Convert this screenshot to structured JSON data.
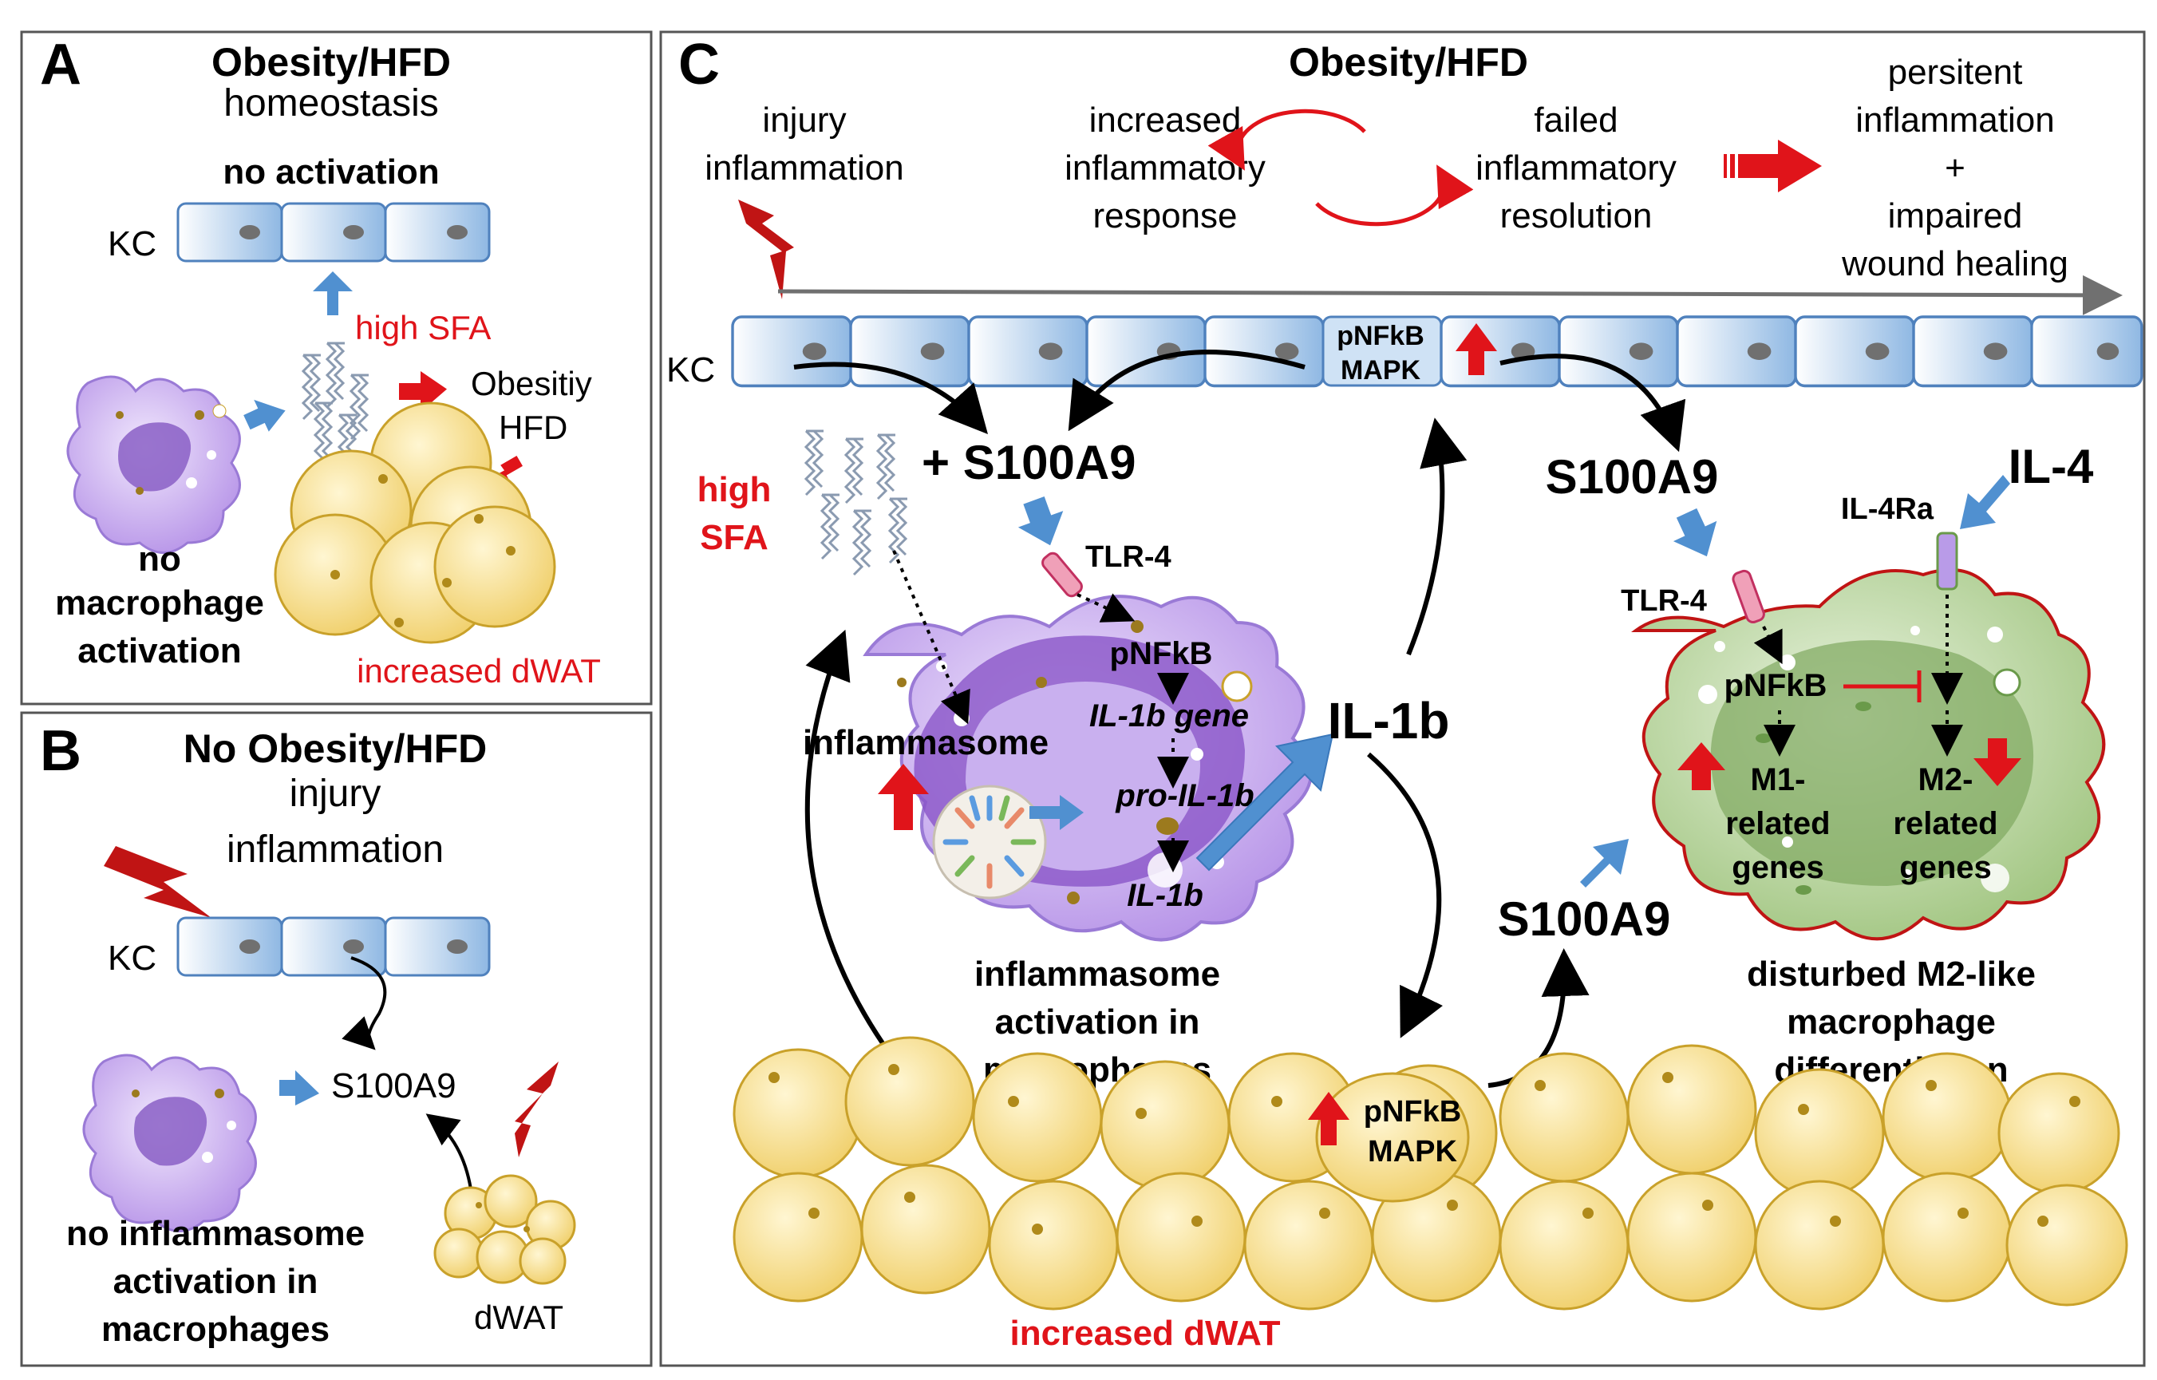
{
  "panel_a": {
    "letter": "A",
    "title": "Obesity/HFD",
    "subtitle": "homeostasis",
    "no_activation": "no activation",
    "kc": "KC",
    "high_sfa": "high SFA",
    "obesity_hfd_1": "Obesitiy",
    "obesity_hfd_2": "HFD",
    "no_macrophage_1": "no",
    "no_macrophage_2": "macrophage",
    "no_macrophage_3": "activation",
    "increased_dwat": "increased dWAT"
  },
  "panel_b": {
    "letter": "B",
    "title": "No Obesity/HFD",
    "subtitle_1": "injury",
    "subtitle_2": "inflammation",
    "kc": "KC",
    "s100a9": "S100A9",
    "no_inflammasome_1": "no inflammasome",
    "no_inflammasome_2": "activation in",
    "no_inflammasome_3": "macrophages",
    "dwat": "dWAT"
  },
  "panel_c": {
    "letter": "C",
    "title": "Obesity/HFD",
    "injury_1": "injury",
    "injury_2": "inflammation",
    "increased_1": "increased",
    "increased_2": "inflammatory",
    "increased_3": "response",
    "failed_1": "failed",
    "failed_2": "inflammatory",
    "failed_3": "resolution",
    "persistent_1": "persitent",
    "persistent_2": "inflammation",
    "persistent_3": "+",
    "persistent_4": "impaired",
    "persistent_5": "wound healing",
    "kc": "KC",
    "kc_pnfkb": "pNFkB",
    "kc_mapk": "MAPK",
    "high_sfa_1": "high",
    "high_sfa_2": "SFA",
    "plus_s100a9": "+ S100A9",
    "tlr4_left": "TLR-4",
    "pnfkb_left": "pNFkB",
    "il1b_gene": "IL-1b gene",
    "pro_il1b": "pro-IL-1b",
    "il1b_small": "IL-1b",
    "inflammasome": "inflammasome",
    "il1b_big": "IL-1b",
    "inflammasome_act_1": "inflammasome",
    "inflammasome_act_2": "activation in",
    "inflammasome_act_3": "macrophages",
    "s100a9_top": "S100A9",
    "il4": "IL-4",
    "il4ra": "IL-4Ra",
    "tlr4_right": "TLR-4",
    "pnfkb_right": "pNFkB",
    "m1_1": "M1-",
    "m1_2": "related",
    "m1_3": "genes",
    "m2_1": "M2-",
    "m2_2": "related",
    "m2_3": "genes",
    "s100a9_bottom": "S100A9",
    "disturbed_1": "disturbed M2-like",
    "disturbed_2": "macrophage",
    "disturbed_3": "differentiation",
    "dwat_pnfkb": "pNFkB",
    "dwat_mapk": "MAPK",
    "increased_dwat": "increased dWAT"
  },
  "colors": {
    "red": "#e0141a",
    "blue_arrow": "#5090d0",
    "kc_fill": "#cfe2f5",
    "kc_stroke": "#4f81bd",
    "adipo_fill": "#f5dc8a",
    "adipo_stroke": "#c9a12a",
    "macro_purple": "#b99be8",
    "macro_green": "#a8cc88"
  }
}
